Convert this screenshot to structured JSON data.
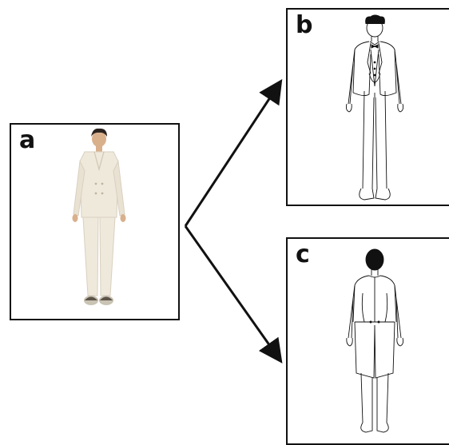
{
  "panels": {
    "a": {
      "label": "a",
      "figure": "man-in-white-double-breasted-suit-photo"
    },
    "b": {
      "label": "b",
      "figure": "tailcoat-with-bowtie-front-line-drawing"
    },
    "c": {
      "label": "c",
      "figure": "tailcoat-back-line-drawing"
    }
  },
  "colors": {
    "stroke": "#111111",
    "suit": "#efe9dc",
    "skin": "#d9b08c",
    "hair": "#2a2320"
  }
}
